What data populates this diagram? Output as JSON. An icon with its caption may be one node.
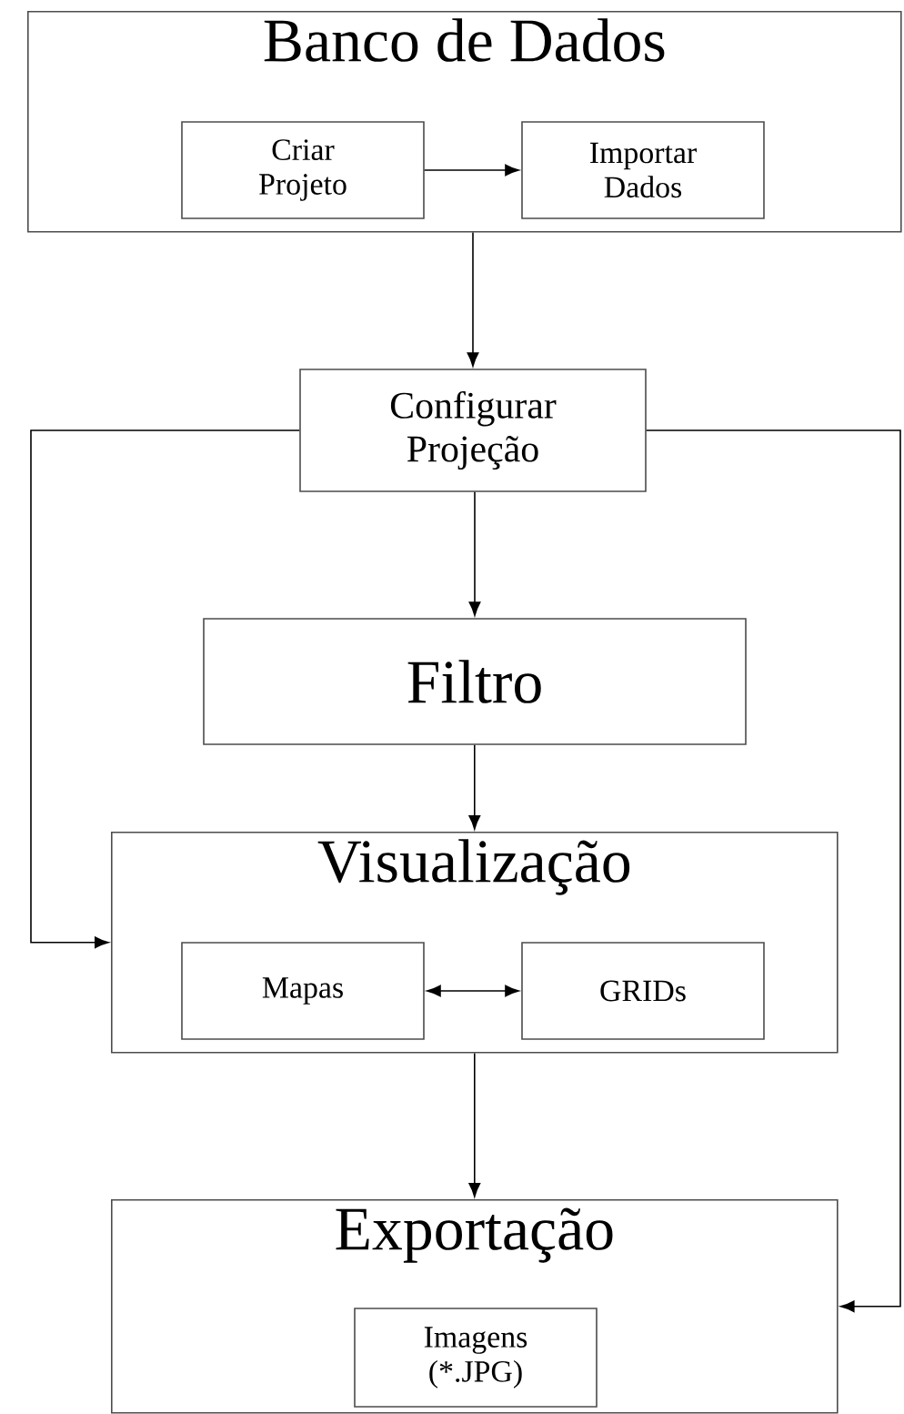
{
  "diagram": {
    "nodes": [
      {
        "text": [
          "Banco de Dados"
        ]
      },
      {
        "text": [
          "Criar Projeto"
        ],
        "in": 0
      },
      {
        "text": [
          "Importar Dados"
        ],
        "in": 0
      },
      {
        "text": [
          "Configurar Projeção"
        ]
      },
      {
        "text": [
          "Filtro"
        ]
      },
      {
        "text": [
          "Visualização"
        ]
      },
      {
        "text": [
          "Mapas"
        ],
        "in": 5
      },
      {
        "text": [
          "GRIDs"
        ],
        "in": 5
      },
      {
        "text": [
          "Exportação"
        ]
      },
      {
        "text": [
          "Imagens (*.JPG)"
        ],
        "in": 8
      }
    ],
    "edges": [
      {
        "from": 1,
        "to": 2,
        "arrow": "to"
      },
      {
        "from": 0,
        "to": 3,
        "arrow": "to"
      },
      {
        "from": 3,
        "to": 4,
        "arrow": "to"
      },
      {
        "from": 4,
        "to": 5,
        "arrow": "to"
      },
      {
        "from": 3,
        "to": 5,
        "arrow": "to"
      },
      {
        "from": 6,
        "to": 7,
        "arrow": "both"
      },
      {
        "from": 5,
        "to": 8,
        "arrow": "to"
      },
      {
        "from": 3,
        "to": 8,
        "arrow": "to"
      }
    ]
  }
}
